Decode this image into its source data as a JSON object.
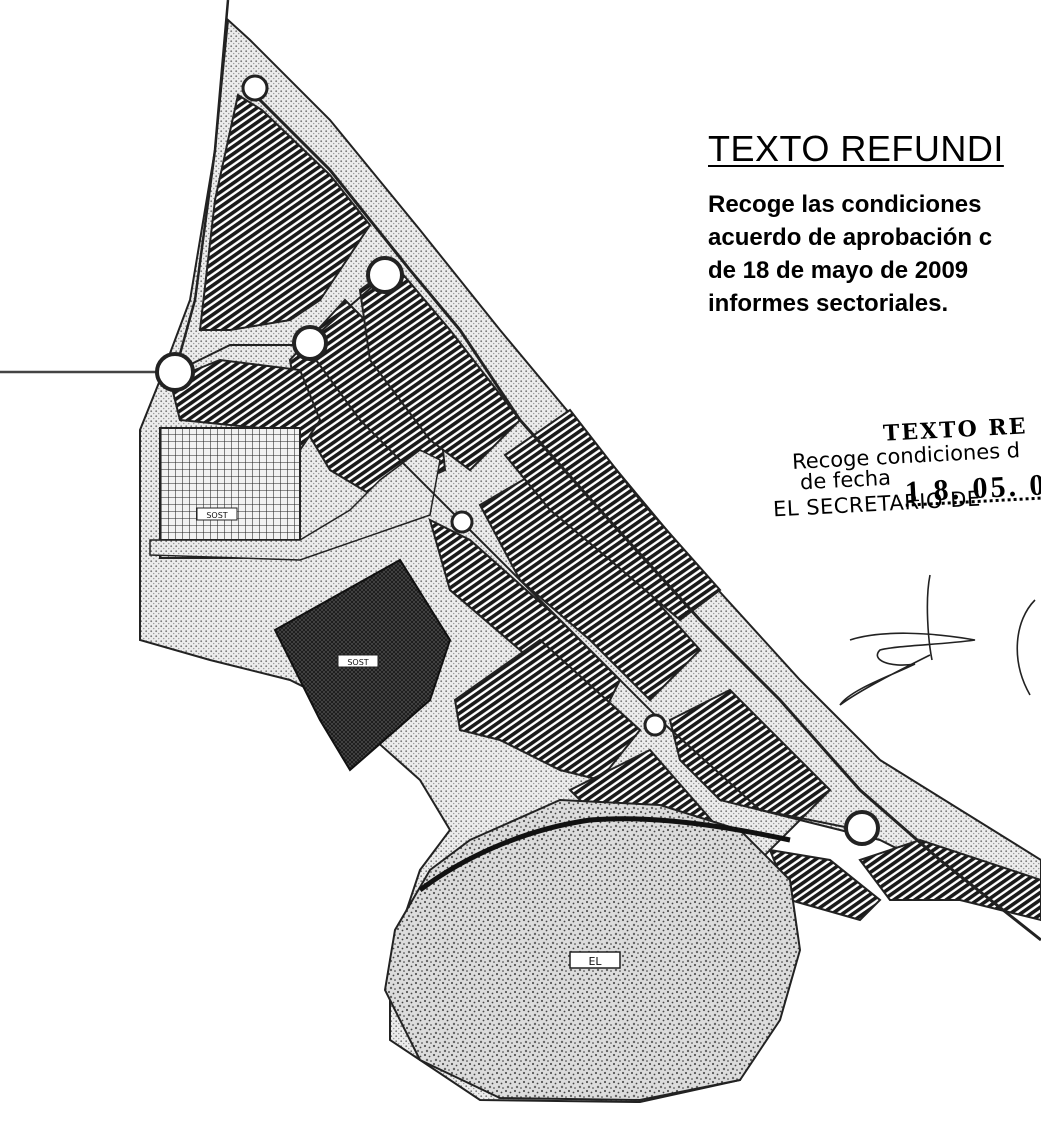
{
  "heading": "TEXTO REFUNDI",
  "note_lines": [
    "Recoge las condiciones",
    "acuerdo de aprobación c",
    "de 18 de mayo de 2009",
    "informes sectoriales."
  ],
  "stamp": {
    "title": "TEXTO RE",
    "line1": "Recoge condiciones d",
    "line2": "de fecha",
    "date": "1 8. 05. 0",
    "line3": "EL SECRETARIO DE"
  },
  "map_labels": {
    "north_parcel": "SOST",
    "east_parcel": "SOST",
    "south_park": "EL"
  },
  "colors": {
    "ink": "#111111",
    "dotted_fill": "#e6e6e6",
    "background": "#ffffff"
  }
}
